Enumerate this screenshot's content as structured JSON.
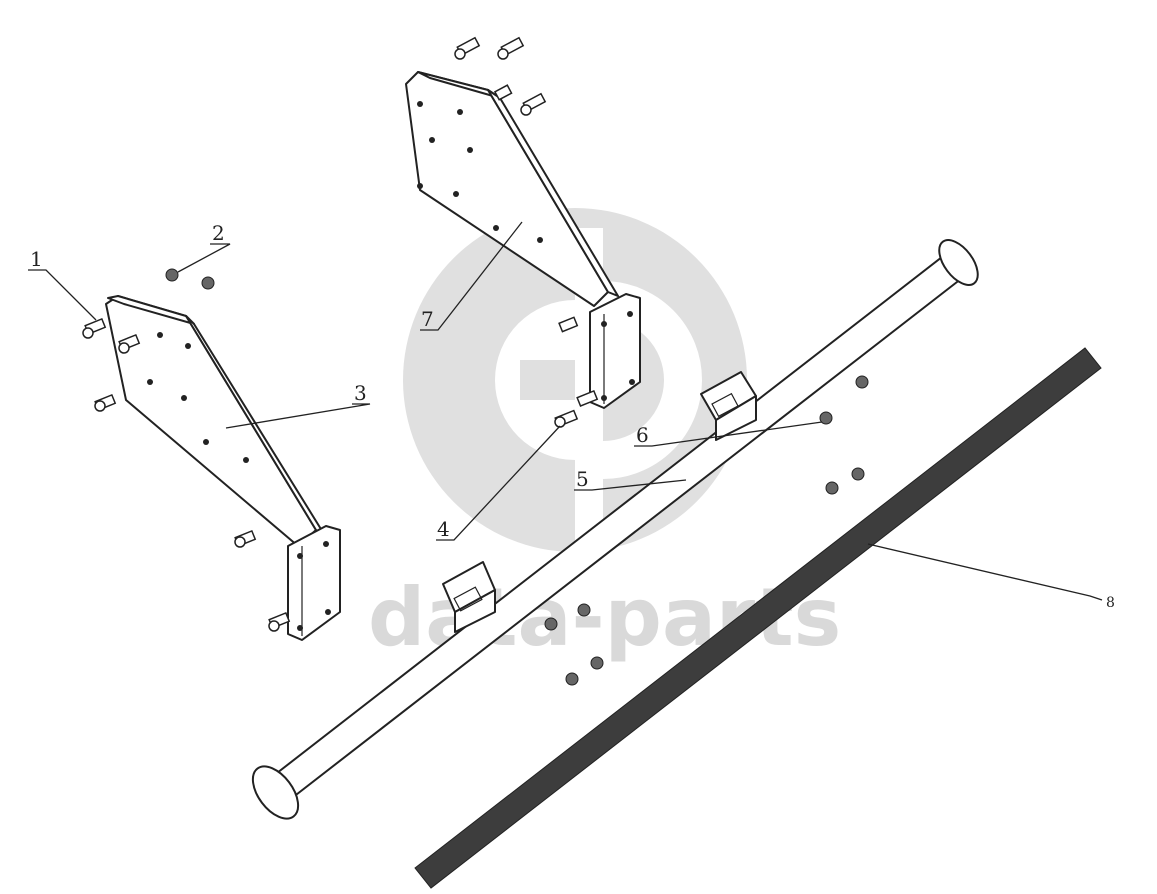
{
  "watermark": {
    "text": "data-parts",
    "color": "#d9d9d9"
  },
  "callouts": {
    "c1_left": "1",
    "c2": "2",
    "c3": "3",
    "c7": "7",
    "c4": "4",
    "c6": "6",
    "c5": "5",
    "c8": "8"
  },
  "colors": {
    "line": "#222222",
    "bar": "#3d3d3d",
    "background": "#ffffff"
  }
}
